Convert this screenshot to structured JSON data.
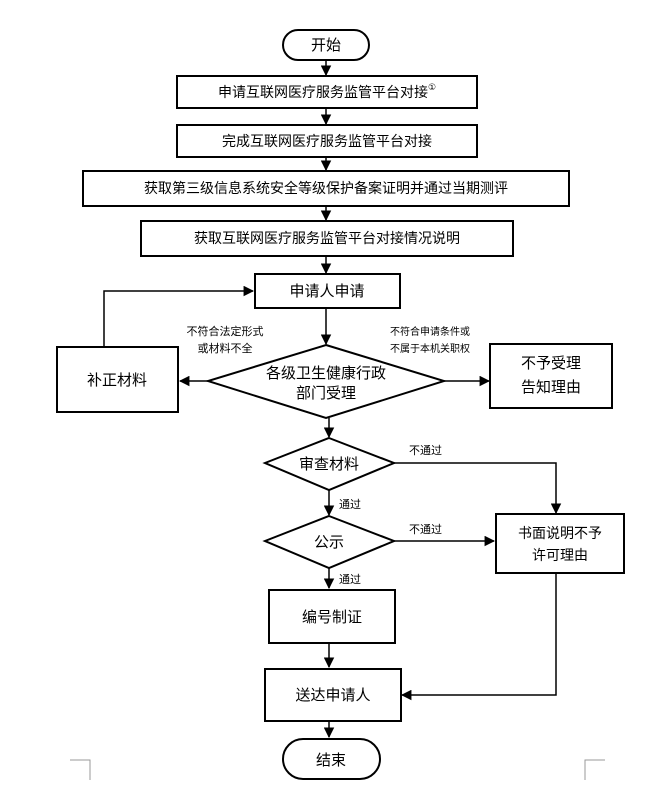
{
  "nodes": {
    "start": "开始",
    "apply_platform": "申请互联网医疗服务监管平台对接",
    "apply_platform_note": "①",
    "complete_platform": "完成互联网医疗服务监管平台对接",
    "obtain_certificate": "获取第三级信息系统安全等级保护备案证明并通过当期测评",
    "obtain_platform_statement": "获取互联网医疗服务监管平台对接情况说明",
    "applicant_apply": "申请人申请",
    "health_dept_line1": "各级卫生健康行政",
    "health_dept_line2": "部门受理",
    "supplement": "补正材料",
    "not_accepted_line1": "不予受理",
    "not_accepted_line2": "告知理由",
    "review": "审查材料",
    "publicity": "公示",
    "written_line1": "书面说明不予",
    "written_line2": "许可理由",
    "number_certificate": "编号制证",
    "deliver": "送达申请人",
    "end": "结束"
  },
  "edge_labels": {
    "form_incomplete_line1": "不符合法定形式",
    "form_incomplete_line2": "或材料不全",
    "not_eligible_line1": "不符合申请条件或",
    "not_eligible_line2": "不属于本机关职权",
    "review_fail": "不通过",
    "review_pass": "通过",
    "publicity_fail": "不通过",
    "publicity_pass": "通过"
  }
}
